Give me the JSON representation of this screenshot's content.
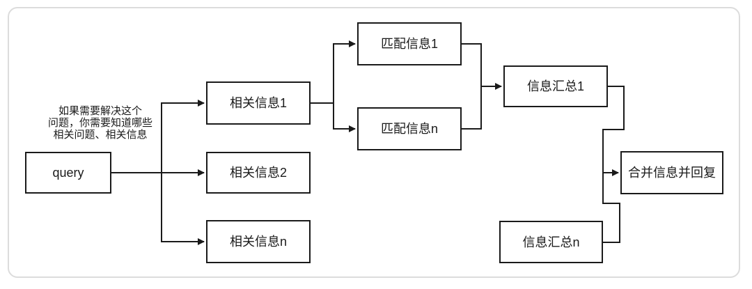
{
  "diagram": {
    "annotation": "如果需要解决这个\n问题，你需要知道哪些\n相关问题、相关信息",
    "nodes": {
      "query": {
        "label": "query"
      },
      "related1": {
        "label": "相关信息1"
      },
      "related2": {
        "label": "相关信息2"
      },
      "relatedN": {
        "label": "相关信息n"
      },
      "match1": {
        "label": "匹配信息1"
      },
      "matchN": {
        "label": "匹配信息n"
      },
      "summary1": {
        "label": "信息汇总1"
      },
      "summaryN": {
        "label": "信息汇总n"
      },
      "merge": {
        "label": "合并信息并回复"
      }
    },
    "colors": {
      "line": "#1a1a1a",
      "frame_border": "#dcdcdc",
      "node_background": "#ffffff"
    }
  }
}
